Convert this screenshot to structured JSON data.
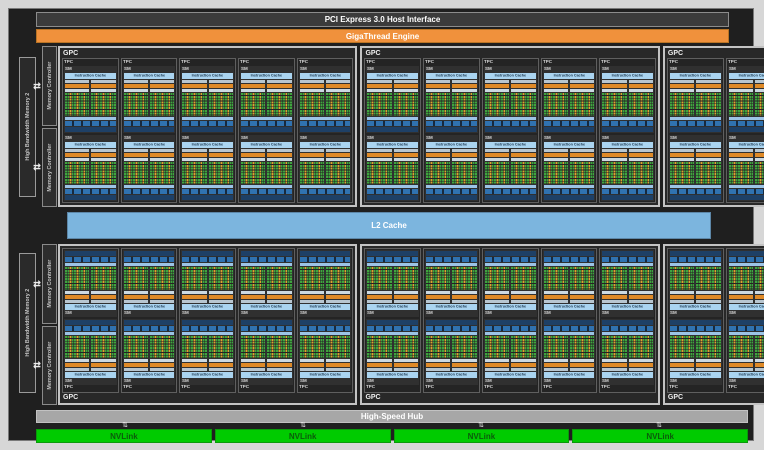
{
  "title_bars": {
    "pci": "PCI Express 3.0 Host Interface",
    "gigathread": "GigaThread Engine"
  },
  "center": {
    "l2_cache": "L2 Cache",
    "high_speed_hub": "High-Speed Hub"
  },
  "nvlink": {
    "label": "NVLink",
    "count": 4
  },
  "memory": {
    "hbm_label": "High Bandwidth Memory 2",
    "controller_label": "Memory Controller",
    "hbm_per_side": 2,
    "controllers_per_side": 4
  },
  "gpc": {
    "label": "GPC",
    "count_top": 3,
    "count_bottom": 3,
    "tpc_label": "TPC",
    "tpc_per_gpc": 5,
    "sm": {
      "label": "SM",
      "per_tpc": 2,
      "instruction_cache_label": "Instruction Cache"
    }
  },
  "icons": {
    "transfer_h": "⇄",
    "transfer_v": "⇅"
  },
  "colors": {
    "gigathread_orange": "#f0913c",
    "l2_blue": "#7cb5de",
    "hub_gray": "#a7a7a7",
    "nvlink_green": "#00cb00",
    "core_green": "#3fa53f",
    "core_yellow": "#d9a630",
    "icache_blue": "#aad4f0",
    "sched_orange": "#df8a28",
    "tex_blue": "#3072b0",
    "shared_navy": "#1e4066"
  }
}
